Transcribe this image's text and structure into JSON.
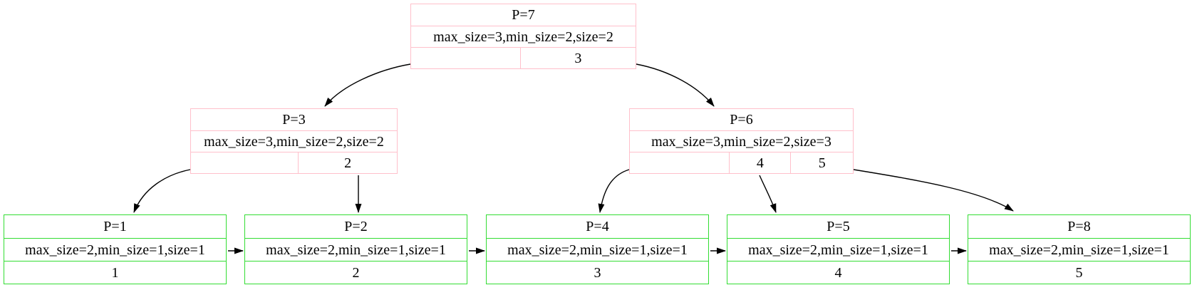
{
  "colors": {
    "internal_border": "#ffc0cb",
    "leaf_border": "#33dd33",
    "edge": "#000000",
    "text": "#000000",
    "background": "#ffffff"
  },
  "nodes": {
    "p7": {
      "kind": "internal",
      "title": "P=7",
      "attrs": "max_size=3,min_size=2,size=2",
      "cells": [
        "",
        "3"
      ]
    },
    "p3": {
      "kind": "internal",
      "title": "P=3",
      "attrs": "max_size=3,min_size=2,size=2",
      "cells": [
        "",
        "2"
      ]
    },
    "p6": {
      "kind": "internal",
      "title": "P=6",
      "attrs": "max_size=3,min_size=2,size=3",
      "cells": [
        "",
        "4",
        "5"
      ]
    },
    "p1": {
      "kind": "leaf",
      "title": "P=1",
      "attrs": "max_size=2,min_size=1,size=1",
      "cells": [
        "1"
      ]
    },
    "p2": {
      "kind": "leaf",
      "title": "P=2",
      "attrs": "max_size=2,min_size=1,size=1",
      "cells": [
        "2"
      ]
    },
    "p4": {
      "kind": "leaf",
      "title": "P=4",
      "attrs": "max_size=2,min_size=1,size=1",
      "cells": [
        "3"
      ]
    },
    "p5": {
      "kind": "leaf",
      "title": "P=5",
      "attrs": "max_size=2,min_size=1,size=1",
      "cells": [
        "4"
      ]
    },
    "p8": {
      "kind": "leaf",
      "title": "P=8",
      "attrs": "max_size=2,min_size=1,size=1",
      "cells": [
        "5"
      ]
    }
  },
  "edges": {
    "tree": [
      {
        "from": "P=7",
        "to": "P=3"
      },
      {
        "from": "P=7",
        "to": "P=6"
      },
      {
        "from": "P=3",
        "to": "P=1"
      },
      {
        "from": "P=3",
        "to": "P=2"
      },
      {
        "from": "P=6",
        "to": "P=4"
      },
      {
        "from": "P=6",
        "to": "P=5"
      },
      {
        "from": "P=6",
        "to": "P=8"
      }
    ],
    "leaf_chain": [
      {
        "from": "P=1",
        "to": "P=2"
      },
      {
        "from": "P=2",
        "to": "P=4"
      },
      {
        "from": "P=4",
        "to": "P=5"
      },
      {
        "from": "P=5",
        "to": "P=8"
      }
    ]
  }
}
